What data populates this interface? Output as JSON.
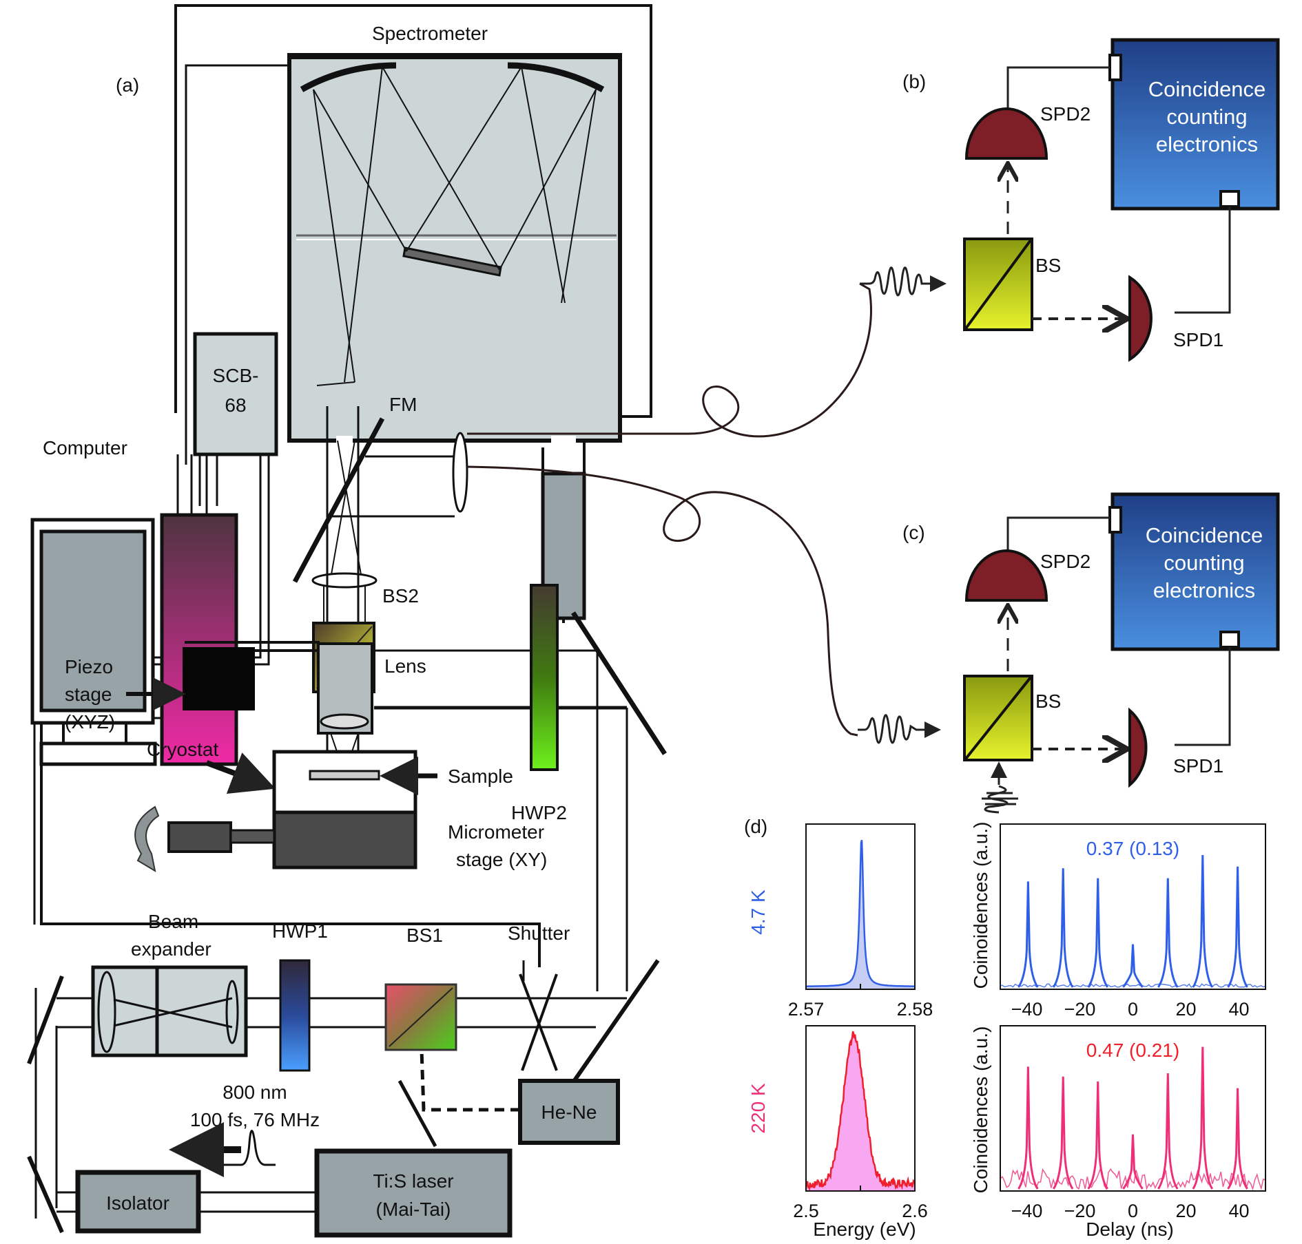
{
  "panels": {
    "a": "(a)",
    "b": "(b)",
    "c": "(c)",
    "d": "(d)"
  },
  "setup_a": {
    "spectrometer": "Spectrometer",
    "scb_line1": "SCB-",
    "scb_line2": "68",
    "fm": "FM",
    "computer": "Computer",
    "bs2": "BS2",
    "hwp2": "HWP2",
    "lens": "Lens",
    "piezo_line1": "Piezo",
    "piezo_line2": "stage",
    "piezo_line3": "(XYZ)",
    "cryostat": "Cryostat",
    "sample": "Sample",
    "micrometer_line1": "Micrometer",
    "micrometer_line2": "stage (XY)",
    "beam_expander_line1": "Beam",
    "beam_expander_line2": "expander",
    "hwp1": "HWP1",
    "bs1": "BS1",
    "shutter": "Shutter",
    "he_ne": "He-Ne",
    "pulse_line1": "800 nm",
    "pulse_line2": "100 fs, 76 MHz",
    "isolator": "Isolator",
    "laser_line1": "Ti:S laser",
    "laser_line2": "(Mai-Tai)"
  },
  "setup_b": {
    "spd2": "SPD2",
    "spd1": "SPD1",
    "bs": "BS",
    "electronics_line1": "Coincidence",
    "electronics_line2": "counting",
    "electronics_line3": "electronics"
  },
  "setup_c": {
    "spd2": "SPD2",
    "spd1": "SPD1",
    "bs": "BS",
    "electronics_line1": "Coincidence",
    "electronics_line2": "counting",
    "electronics_line3": "electronics"
  },
  "colors": {
    "detector": "#7e1f27",
    "electronics_top": "#1f3f86",
    "electronics_bottom": "#4a8fe0",
    "beamsplitter": "#d4e027",
    "spectrum_4K": "#2f5fe8",
    "spectrum_220K": "#ee2f78",
    "g2_220K_label": "#f0202a"
  },
  "chart_data": [
    {
      "type": "area",
      "title": "PL spectrum 4.7 K",
      "row_label": "4.7 K",
      "xlabel": "",
      "ylabel": "",
      "xlim": [
        2.57,
        2.58
      ],
      "x_ticks": [
        "2.57",
        "2.58"
      ],
      "peak_energy_eV": 2.5751,
      "linewidth_eV": 0.0004,
      "shape": "lorentzian"
    },
    {
      "type": "line",
      "title": "g2 4.7 K",
      "annotation": "0.37 (0.13)",
      "xlabel": "",
      "ylabel": "Coinoidences (a.u.)",
      "xlim": [
        -50,
        50
      ],
      "x_ticks": [
        "−40",
        "−20",
        "0",
        "20",
        "40"
      ],
      "peak_delays_ns": [
        -39.5,
        -26.3,
        -13.2,
        0,
        13.2,
        26.3,
        39.5
      ],
      "peak_heights": [
        0.64,
        0.72,
        0.66,
        0.26,
        0.66,
        0.8,
        0.73
      ]
    },
    {
      "type": "area",
      "title": "PL spectrum 220 K",
      "row_label": "220 K",
      "xlabel": "Energy (eV)",
      "ylabel": "",
      "xlim": [
        2.5,
        2.6
      ],
      "x_ticks": [
        "2.5",
        "2.6"
      ],
      "peak_energy_eV": 2.544,
      "linewidth_eV": 0.022,
      "shape": "gaussian"
    },
    {
      "type": "line",
      "title": "g2 220 K",
      "annotation": "0.47 (0.21)",
      "xlabel": "Delay (ns)",
      "ylabel": "Coinoidences (a.u.)",
      "xlim": [
        -50,
        50
      ],
      "x_ticks": [
        "−40",
        "−20",
        "0",
        "20",
        "40"
      ],
      "peak_delays_ns": [
        -39.5,
        -26.3,
        -13.2,
        0,
        13.2,
        26.3,
        39.5
      ],
      "peak_heights": [
        0.74,
        0.68,
        0.65,
        0.33,
        0.7,
        0.86,
        0.61
      ]
    }
  ]
}
